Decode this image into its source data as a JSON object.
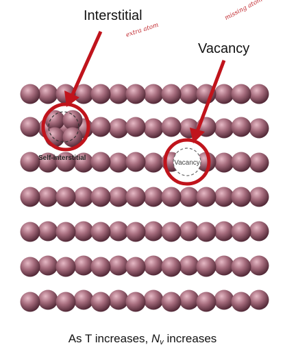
{
  "labels": {
    "interstitial": "Interstitial",
    "vacancy": "Vacancy",
    "extra_atom_note": "extra atom",
    "missing_atom_note": "missing atom",
    "self_interstitial": "Self-interstitial",
    "vacancy_site": "Vacancy"
  },
  "caption": {
    "prefix": "As T increases,",
    "symbol": "N",
    "subscript": "v",
    "suffix": "increases"
  },
  "colors": {
    "atom": "#a56b7c",
    "atom_shadow": "#5a2c3a",
    "marker": "#c0141c"
  }
}
